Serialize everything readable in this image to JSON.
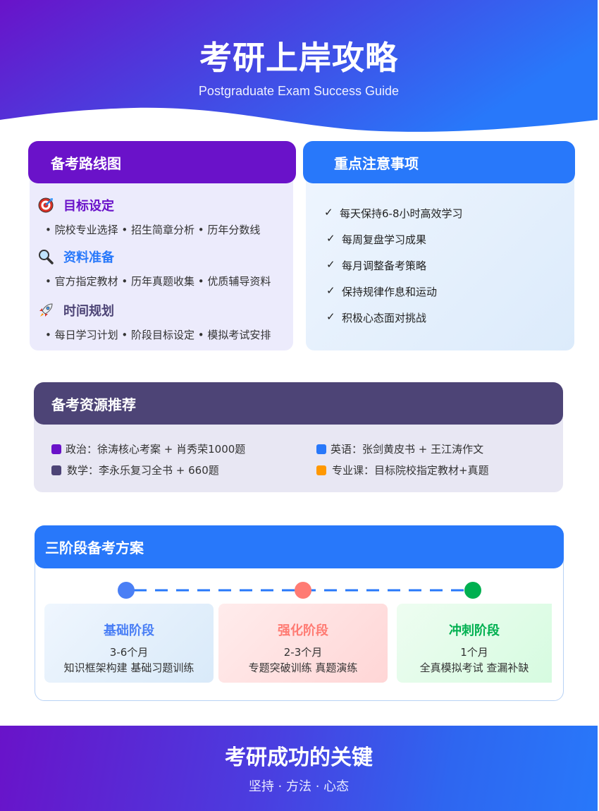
{
  "header": {
    "title": "考研上岸攻略",
    "subtitle": "Postgraduate Exam Success Guide",
    "gradient": [
      "#6a12c9",
      "#2878fa"
    ]
  },
  "roadmap": {
    "title": "备考路线图",
    "color": "#6a12c9",
    "items": [
      {
        "icon": "target-icon",
        "glyph": "🎯",
        "title": "目标设定",
        "title_color": "#6a12c9",
        "desc": "• 院校专业选择 • 招生简章分析 • 历年分数线"
      },
      {
        "icon": "magnifier-icon",
        "glyph": "🔍",
        "title": "资料准备",
        "title_color": "#2878fa",
        "desc": "• 官方指定教材 • 历年真题收集 • 优质辅导资料"
      },
      {
        "icon": "rocket-icon",
        "glyph": "🚀",
        "title": "时间规划",
        "title_color": "#4d4476",
        "desc": "• 每日学习计划 • 阶段目标设定 • 模拟考试安排"
      }
    ]
  },
  "notes": {
    "title": "重点注意事项",
    "color": "#2878fa",
    "check_glyph": "✓",
    "items": [
      "每天保持6-8小时高效学习",
      "每周复盘学习成果",
      "每月调整备考策略",
      "保持规律作息和运动",
      "积极心态面对挑战"
    ]
  },
  "resources": {
    "title": "备考资源推荐",
    "color": "#4d4476",
    "items": [
      {
        "label": "政治：徐涛核心考案 + 肖秀荣1000题",
        "color": "#6a12c9"
      },
      {
        "label": "英语：张剑黄皮书 + 王江涛作文",
        "color": "#2878fa"
      },
      {
        "label": "数学：李永乐复习全书 + 660题",
        "color": "#4d4476"
      },
      {
        "label": "专业课：目标院校指定教材+真题",
        "color": "#ff9800"
      }
    ]
  },
  "stages": {
    "title": "三阶段备考方案",
    "color": "#2878fa",
    "items": [
      {
        "name": "基础阶段",
        "duration": "3-6个月",
        "desc": "知识框架构建 基础习题训练",
        "color": "#4a7ff5"
      },
      {
        "name": "强化阶段",
        "duration": "2-3个月",
        "desc": "专题突破训练 真题演练",
        "color": "#ff7b73"
      },
      {
        "name": "冲刺阶段",
        "duration": "1个月",
        "desc": "全真模拟考试 查漏补缺",
        "color": "#00b050"
      }
    ]
  },
  "footer": {
    "title": "考研成功的关键",
    "subtitle": "坚持 · 方法 · 心态"
  }
}
